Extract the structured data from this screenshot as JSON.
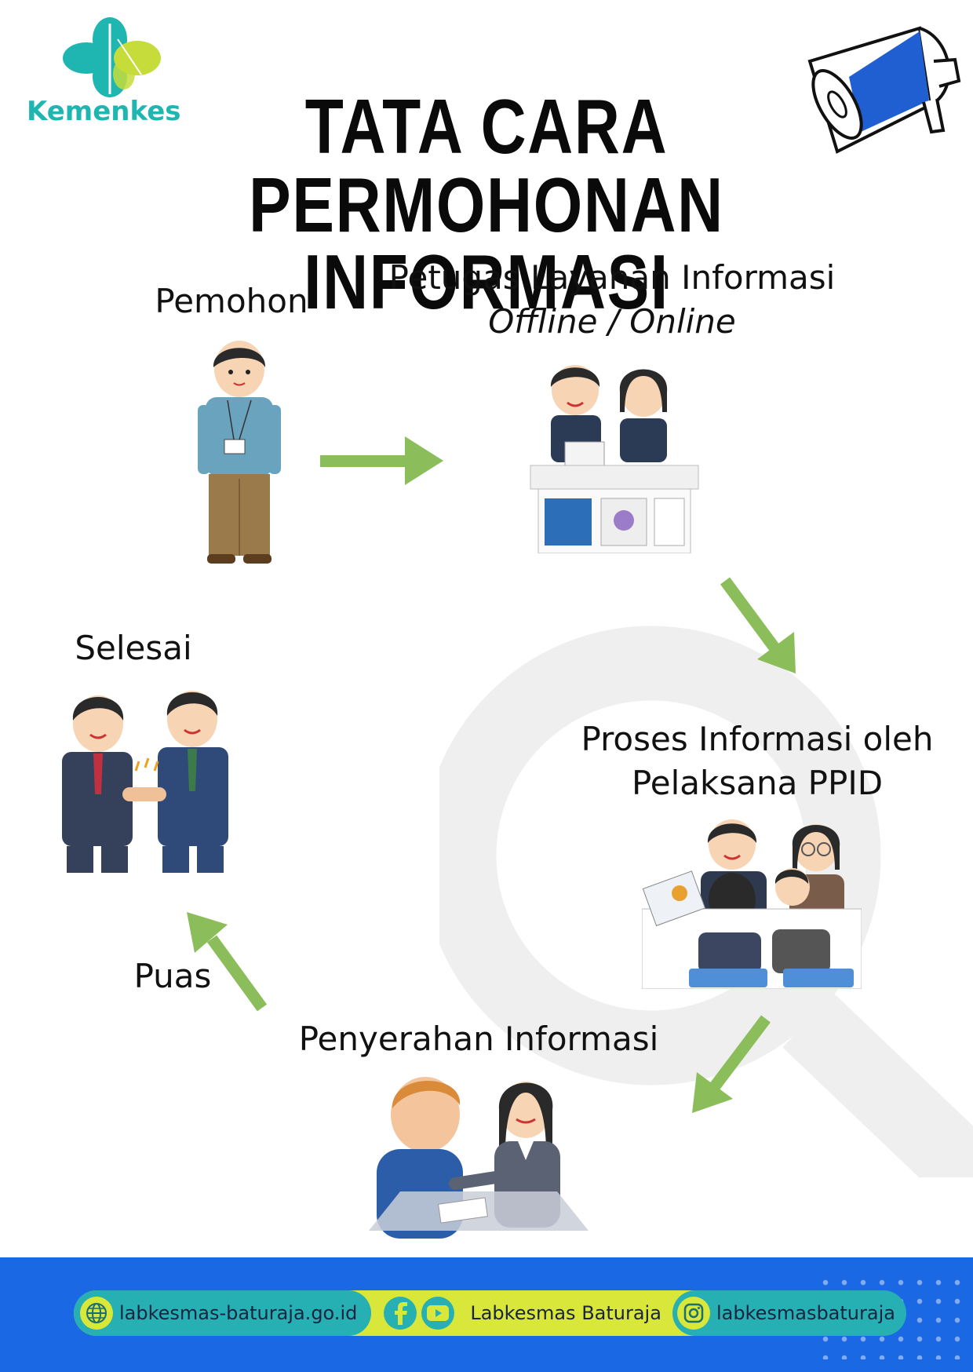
{
  "brand": {
    "name": "Kemenkes",
    "color": "#1fb5b0"
  },
  "title": {
    "line1": "TATA CARA",
    "line2": "PERMOHONAN INFORMASI"
  },
  "steps": {
    "pemohon": "Pemohon",
    "petugas_line1": "Petugas Layanan Informasi",
    "petugas_line2": "Offline / Online",
    "proses_line1": "Proses Informasi oleh",
    "proses_line2": "Pelaksana PPID",
    "penyerahan": "Penyerahan Informasi",
    "puas": "Puas",
    "selesai": "Selesai"
  },
  "footer": {
    "website": "labkesmas-baturaja.go.id",
    "social_name": "Labkesmas Baturaja",
    "instagram": "labkesmasbaturaja"
  },
  "icons": [
    "megaphone-icon",
    "globe-icon",
    "facebook-icon",
    "youtube-icon",
    "instagram-icon"
  ],
  "colors": {
    "arrow": "#8bbd5a",
    "footer_bg": "#1a68e3",
    "pill_teal": "#26b0b3",
    "pill_yellow": "#d9e63a"
  }
}
